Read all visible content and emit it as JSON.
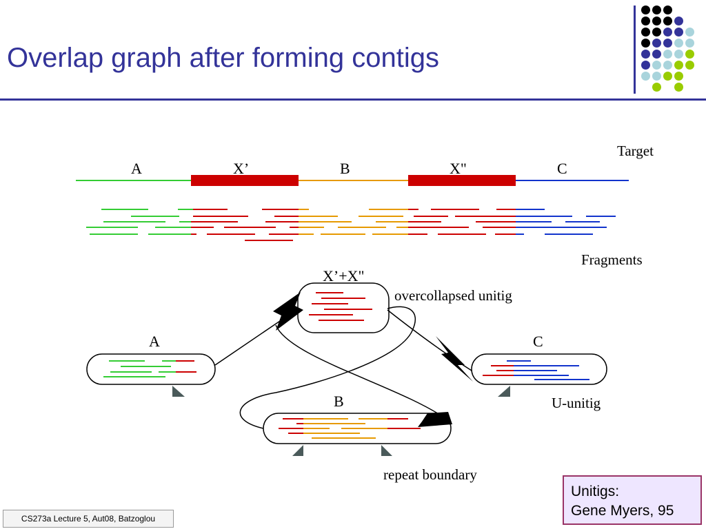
{
  "slide": {
    "title": "Overlap graph after forming contigs",
    "footer": "CS273a Lecture 5, Aut08, Batzoglou",
    "note_line1": "Unitigs:",
    "note_line2": "Gene Myers, 95"
  },
  "diagram": {
    "target_label": "Target",
    "fragments_label": "Fragments",
    "segments": [
      "A",
      "X’",
      "B",
      "X\"",
      "C"
    ],
    "nodes": {
      "a": "A",
      "xx": "X’+X\"",
      "b": "B",
      "c": "C"
    },
    "annotations": {
      "overcollapsed": "overcollapsed unitig",
      "uunitig": "U-unitig",
      "repeat_boundary": "repeat boundary"
    }
  },
  "colors": {
    "title": "#333399",
    "green": "#33cc33",
    "red": "#cc0000",
    "orange": "#e69900",
    "blue": "#1133cc",
    "note_border": "#993366",
    "note_fill": "#eee6ff"
  }
}
